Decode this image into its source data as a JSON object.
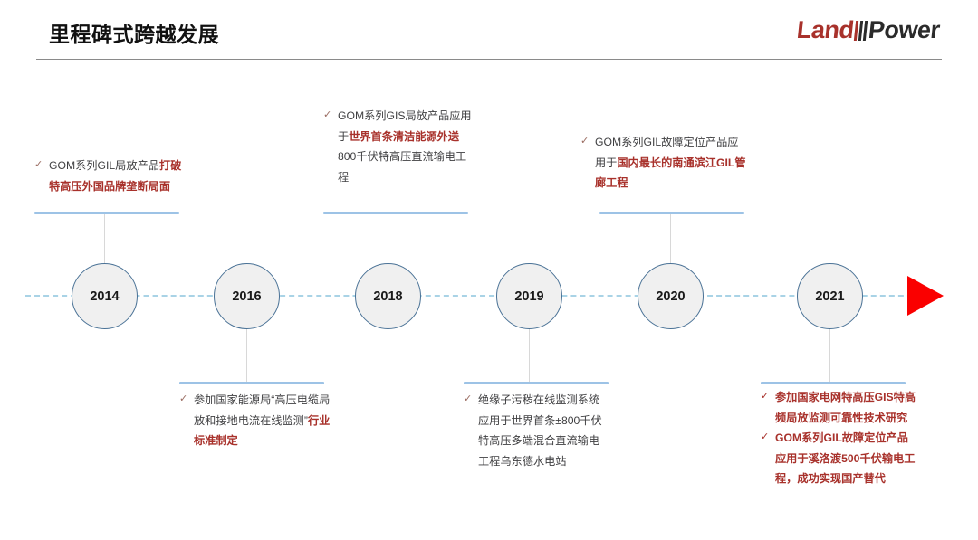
{
  "header": {
    "title": "里程碑式跨越发展",
    "logo": {
      "first": "Land",
      "second": "Power"
    },
    "divider_color": "#8a8a8a"
  },
  "theme": {
    "accent_red": "#a8312b",
    "arrow_red": "#fa0000",
    "node_border": "#4a7296",
    "node_fill": "#f0f0f0",
    "bar_blue": "#9dc3e6",
    "axis_blue": "#a9d3e6",
    "body_text": "#3f3f41"
  },
  "timeline": {
    "axis_style": "dashed",
    "arrow_icon": "right-triangle-arrow-icon",
    "nodes": [
      {
        "year": "2014",
        "position": "above"
      },
      {
        "year": "2016",
        "position": "below"
      },
      {
        "year": "2018",
        "position": "above"
      },
      {
        "year": "2019",
        "position": "below"
      },
      {
        "year": "2020",
        "position": "above"
      },
      {
        "year": "2021",
        "position": "below"
      }
    ]
  },
  "blocks": {
    "b2014": {
      "bullet": "✓",
      "plain_1": "GOM系列GIL局放产品",
      "highlight_1": "打破特高压外国品牌垄断局面"
    },
    "b2016": {
      "bullet": "✓",
      "plain_1": "参加国家能源局“高压电缆局放和接地电流在线监测”",
      "highlight_1": "行业标准制定"
    },
    "b2018": {
      "bullet": "✓",
      "plain_1": "GOM系列GIS局放产品应用于",
      "highlight_1": "世界首条清洁能源外送",
      "plain_2": "800千伏特高压直流输电工程"
    },
    "b2019": {
      "bullet": "✓",
      "plain_1": "绝缘子污秽在线监测系统应用于世界首条±800千伏特高压多端混合直流输电工程乌东德水电站"
    },
    "b2020": {
      "bullet": "✓",
      "plain_1": "GOM系列GIL故障定位产品应用于",
      "highlight_1": "国内最长的南通滨江GIL管廊工程"
    },
    "b2021": {
      "bullet_1": "✓",
      "item_1": "参加国家电网特高压GIS特高频局放监测可靠性技术研究",
      "bullet_2": "✓",
      "item_2": "GOM系列GIL故障定位产品应用于溪洛渡500千伏输电工程，成功实现国产替代"
    }
  }
}
